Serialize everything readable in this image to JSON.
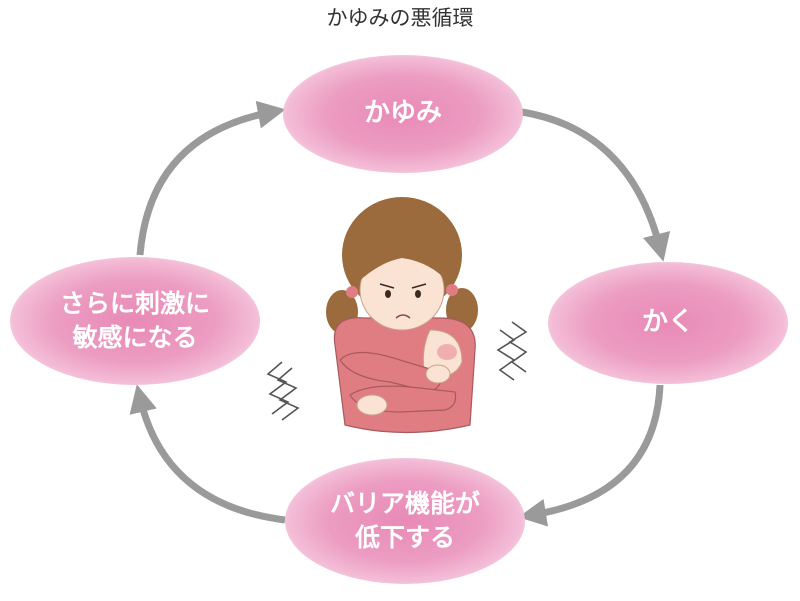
{
  "title": "かゆみの悪循環",
  "nodes": {
    "itch": [
      "かゆみ"
    ],
    "scratch": [
      "かく"
    ],
    "barrier": [
      "バリア機能が",
      "低下する"
    ],
    "sensitive": [
      "さらに刺激に",
      "敏感になる"
    ]
  },
  "colors": {
    "node_pink": "#ec9cc2",
    "arrow_gray": "#9a9a9a",
    "hair": "#9b6a3d",
    "shirt": "#e07d82",
    "skin": "#fbe3d4"
  },
  "icons": [
    "itchy-girl-illustration",
    "zigzag-itch-mark-left",
    "zigzag-itch-mark-right"
  ]
}
